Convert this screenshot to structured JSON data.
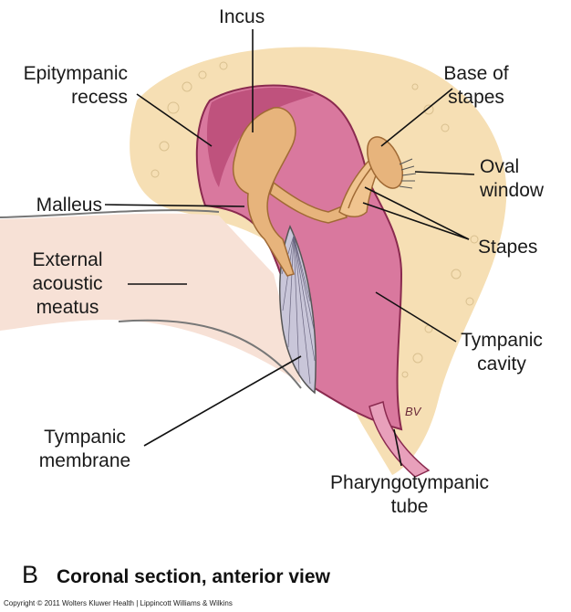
{
  "labels": {
    "incus": "Incus",
    "epitympanic_recess": [
      "Epitympanic",
      "recess"
    ],
    "base_of_stapes": [
      "Base of",
      "stapes"
    ],
    "oval_window": [
      "Oval",
      "window"
    ],
    "malleus": "Malleus",
    "stapes": "Stapes",
    "external_acoustic_meatus": [
      "External",
      "acoustic",
      "meatus"
    ],
    "tympanic_cavity": [
      "Tympanic",
      "cavity"
    ],
    "tympanic_membrane": [
      "Tympanic",
      "membrane"
    ],
    "pharyngotympanic_tube": [
      "Pharyngotympanic",
      "tube"
    ]
  },
  "artist_signature": "BV",
  "panel": {
    "letter": "B",
    "title": "Coronal section, anterior view"
  },
  "copyright": "Copyright © 2011 Wolters Kluwer Health | Lippincott Williams & Wilkins",
  "colors": {
    "bone": "#f6dfb4",
    "cavity": "#d9789e",
    "cavity_dark": "#b4426f",
    "ossicle": "#e7b47c",
    "membrane": "#c9c6d9",
    "skin": "#f7e1d6"
  }
}
